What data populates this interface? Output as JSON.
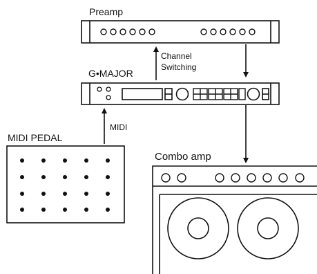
{
  "labels": {
    "preamp": "Preamp",
    "gmajor": "G•MAJOR",
    "channel_switching_1": "Channel",
    "channel_switching_2": "Switching",
    "midi": "MIDI",
    "midi_pedal": "MIDI PEDAL",
    "combo_amp": "Combo amp"
  },
  "colors": {
    "stroke": "#111111",
    "background": "#ffffff"
  }
}
